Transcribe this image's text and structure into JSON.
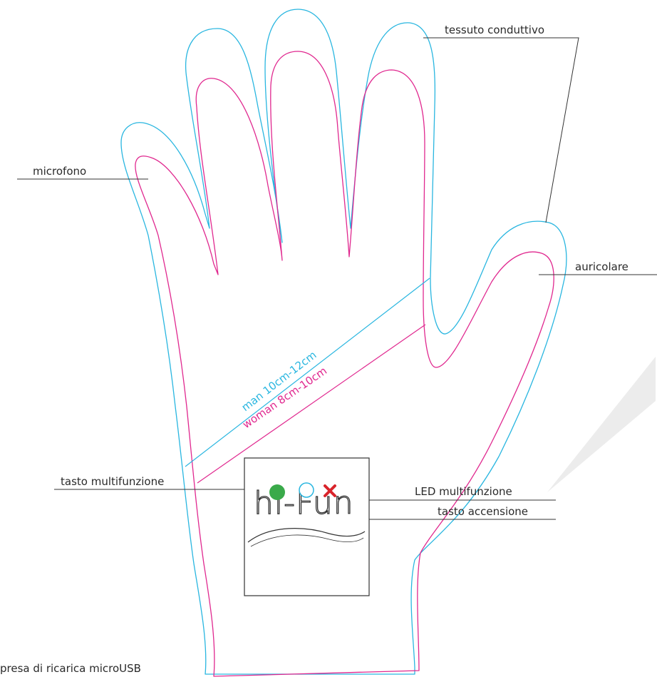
{
  "labels": {
    "microfono": "microfono",
    "tessuto": "tessuto conduttivo",
    "auricolare": "auricolare",
    "led": "LED multifunzione",
    "tasto_multi": "tasto multifunzione",
    "accensione": "tasto accensione",
    "usb": "presa di ricarica microUSB"
  },
  "sizes": {
    "man": "man 10cm-12cm",
    "woman": "woman 8cm-10cm"
  },
  "logo": "hi-Fun",
  "colors": {
    "outer_outline": "#29b6e0",
    "inner_outline": "#e0288f",
    "button_green": "#3aaa4a",
    "led_ring": "#29b6e0",
    "power_x": "#d9242b",
    "line": "#333333",
    "shadow": "#ececec"
  }
}
